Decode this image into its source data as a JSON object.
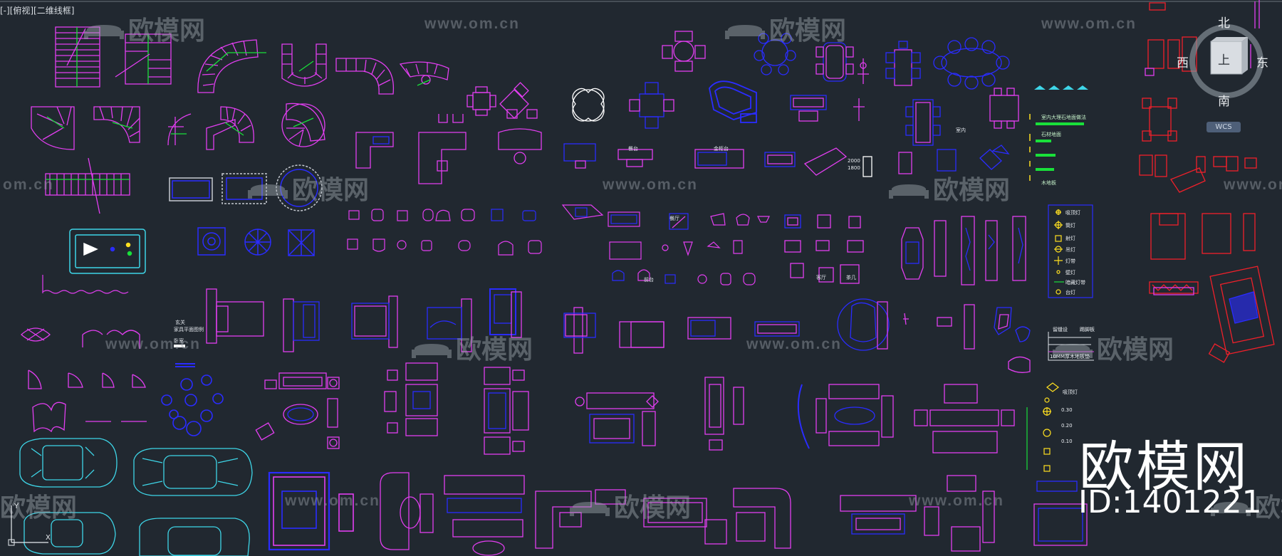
{
  "viewport": {
    "label": "[-][俯视][二维线框]"
  },
  "watermark": {
    "url_text": "www.om.cn",
    "url_short": "om.cn",
    "url_partial": "www.om.c",
    "logo_text": "欧模网",
    "logo_partial": "欧模"
  },
  "viewcube": {
    "north": "北",
    "south": "南",
    "east": "东",
    "west": "西",
    "face": "上",
    "wcs": "WCS"
  },
  "brand": {
    "name": "欧模网",
    "id": "ID:1401221"
  },
  "annotations": {
    "room_labels": [
      "金柜台",
      "餐台",
      "室内",
      "玄关",
      "前台"
    ],
    "text_small": [
      "客厅",
      "茶几",
      "卧室",
      "餐厅"
    ],
    "legend_title": "家具平面图例",
    "dim_labels": [
      "留缝设",
      "踢脚板",
      "10MM厚木地板垫"
    ],
    "light_legend": [
      "吸顶灯",
      "筒灯",
      "射灯",
      "吊灯",
      "灯带",
      "壁灯",
      "暗藏灯带",
      "台灯"
    ],
    "light_legend_2": [
      "吸顶灯",
      "0.30",
      "0.20",
      "0.10"
    ],
    "green_notes": [
      "室内大理石地面做法",
      "石材地面",
      "木地板"
    ],
    "dims": [
      "2000",
      "1800"
    ]
  },
  "colors": {
    "background": "#212830",
    "magenta": "#e23ef0",
    "blue": "#2a2cff",
    "cyan": "#3ed6e8",
    "green": "#19e03a",
    "red": "#f0202a",
    "white": "#ffffff",
    "watermark": "#969ea6"
  },
  "icons": [
    "viewcube-icon",
    "ucs-icon",
    "compass-icon"
  ]
}
